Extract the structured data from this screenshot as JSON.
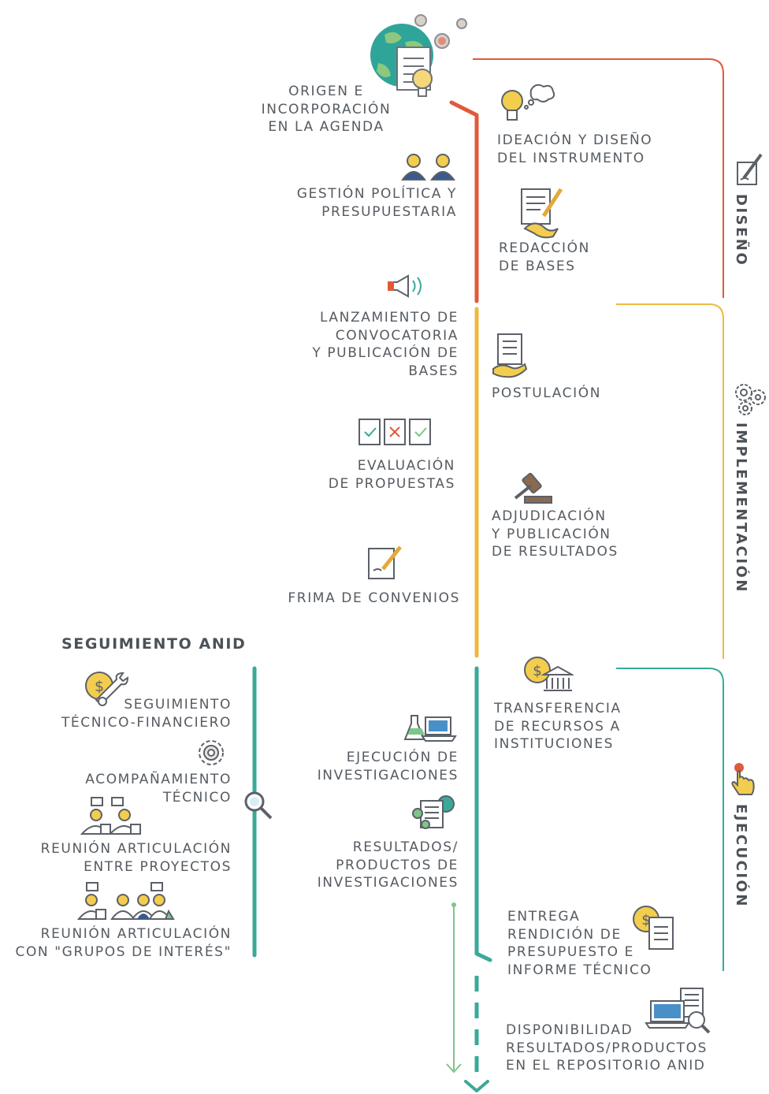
{
  "colors": {
    "design": "#e05a3a",
    "implementation": "#f0b840",
    "execution": "#3aa99a",
    "green": "#7cc68a",
    "text": "#555b61"
  },
  "phases": {
    "design": "DISEÑO",
    "implementation": "IMPLEMENTACIÓN",
    "execution": "EJECUCIÓN"
  },
  "left": {
    "origen": "ORIGEN E\nINCORPORACIÓN\nEN LA AGENDA",
    "gestion": "GESTIÓN POLÍTICA Y\nPRESUPUESTARIA",
    "lanzamiento": "LANZAMIENTO DE\nCONVOCATORIA\nY PUBLICACIÓN DE\nBASES",
    "evaluacion": "EVALUACIÓN\nDE PROPUESTAS",
    "firma": "FRIMA DE CONVENIOS",
    "ejecucion": "EJECUCIÓN DE\nINVESTIGACIONES",
    "resultados": "RESULTADOS/\nPRODUCTOS DE\nINVESTIGACIONES"
  },
  "right": {
    "ideacion": "IDEACIÓN Y DISEÑO\nDEL INSTRUMENTO",
    "redaccion": "REDACCIÓN\nDE BASES",
    "postulacion": "POSTULACIÓN",
    "adjudicacion": "ADJUDICACIÓN\nY PUBLICACIÓN\nDE RESULTADOS",
    "transferencia": "TRANSFERENCIA\nDE RECURSOS A\nINSTITUCIONES",
    "entrega": "ENTREGA\nRENDICIÓN DE\nPRESUPUESTO E\nINFORME TÉCNICO",
    "disponibilidad": "DISPONIBILIDAD\nRESULTADOS/PRODUCTOS\nEN EL REPOSITORIO ANID"
  },
  "seguimiento": {
    "title": "SEGUIMIENTO ANID",
    "tecnico_financiero": "SEGUIMIENTO\nTÉCNICO-FINANCIERO",
    "acompanamiento": "ACOMPAÑAMIENTO\nTÉCNICO",
    "reunion_proyectos": "REUNIÓN ARTICULACIÓN\nENTRE PROYECTOS",
    "reunion_grupos": "REUNIÓN ARTICULACIÓN\nCON \"GRUPOS DE INTERÉS\""
  },
  "icons": [
    "globe-checklist-icon",
    "lightbulb-thought-icon",
    "people-icon",
    "document-handshake-icon",
    "megaphone-icon",
    "checklist-hand-icon",
    "evaluation-boxes-icon",
    "gavel-icon",
    "signature-icon",
    "coin-bank-icon",
    "lab-laptop-icon",
    "research-docs-icon",
    "coin-report-icon",
    "laptop-search-icon",
    "coin-wrench-icon",
    "gear-target-icon",
    "magnifier-icon",
    "pencil-paper-icon",
    "gears-icon",
    "hand-pointer-icon"
  ]
}
